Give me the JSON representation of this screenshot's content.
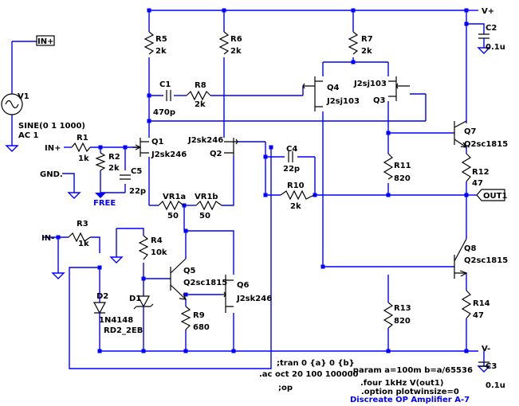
{
  "ports": {
    "in_plus_v1": "IN+",
    "in_plus_r1": "IN+",
    "in_minus": "IN-",
    "gnd_label": "GND.",
    "free": "FREE",
    "vplus": "V+",
    "vminus": "V-",
    "out1": "OUT1"
  },
  "source": {
    "name": "V1",
    "value": "SINE(0 1 1000)",
    "ac": "AC 1"
  },
  "components": {
    "R1": {
      "name": "R1",
      "value": "1k"
    },
    "R2": {
      "name": "R2",
      "value": "2k"
    },
    "R3": {
      "name": "R3",
      "value": "1k"
    },
    "R4": {
      "name": "R4",
      "value": "10k"
    },
    "R5": {
      "name": "R5",
      "value": "2k"
    },
    "R6": {
      "name": "R6",
      "value": "2k"
    },
    "R7": {
      "name": "R7",
      "value": "2k"
    },
    "R8": {
      "name": "R8",
      "value": "2k"
    },
    "R9": {
      "name": "R9",
      "value": "680"
    },
    "R10": {
      "name": "R10",
      "value": "2k"
    },
    "R11": {
      "name": "R11",
      "value": "820"
    },
    "R12": {
      "name": "R12",
      "value": "47"
    },
    "R13": {
      "name": "R13",
      "value": "820"
    },
    "R14": {
      "name": "R14",
      "value": "47"
    },
    "C1": {
      "name": "C1",
      "value": "470p"
    },
    "C2": {
      "name": "C2",
      "value": "0.1u"
    },
    "C3": {
      "name": "C3",
      "value": "0.1u"
    },
    "C4": {
      "name": "C4",
      "value": "22p"
    },
    "C5": {
      "name": "C5",
      "value": "22p"
    },
    "VR1a": {
      "name": "VR1a",
      "value": "50"
    },
    "VR1b": {
      "name": "VR1b",
      "value": "50"
    },
    "Q1": {
      "name": "Q1",
      "model": "J2sk246"
    },
    "Q2": {
      "name": "Q2",
      "model": "J2sk246"
    },
    "Q3": {
      "name": "Q3",
      "model": "J2sj103"
    },
    "Q4": {
      "name": "Q4",
      "model": "J2sj103"
    },
    "Q5": {
      "name": "Q5",
      "model": "Q2sc1815"
    },
    "Q6": {
      "name": "Q6",
      "model": "J2sk246"
    },
    "Q7": {
      "name": "Q7",
      "model": "Q2sc1815"
    },
    "Q8": {
      "name": "Q8",
      "model": "Q2sc1815"
    },
    "D1": {
      "name": "D1",
      "model": "RD2_2EB"
    },
    "D2": {
      "name": "D2",
      "model": "1N4148"
    }
  },
  "directives": {
    "tran": ";tran 0 {a} 0 {b}",
    "ac": ".ac oct 20 100 100000",
    "op": ";op",
    "param": ".param a=100m b=a/65536",
    "four": ".four 1kHz V(out1)",
    "option": ".option plotwinsize=0"
  },
  "title": "Discreate OP Amplifier A-7",
  "colors": {
    "wire": "#0000ff",
    "component": "#000000",
    "title": "#0000ff"
  }
}
